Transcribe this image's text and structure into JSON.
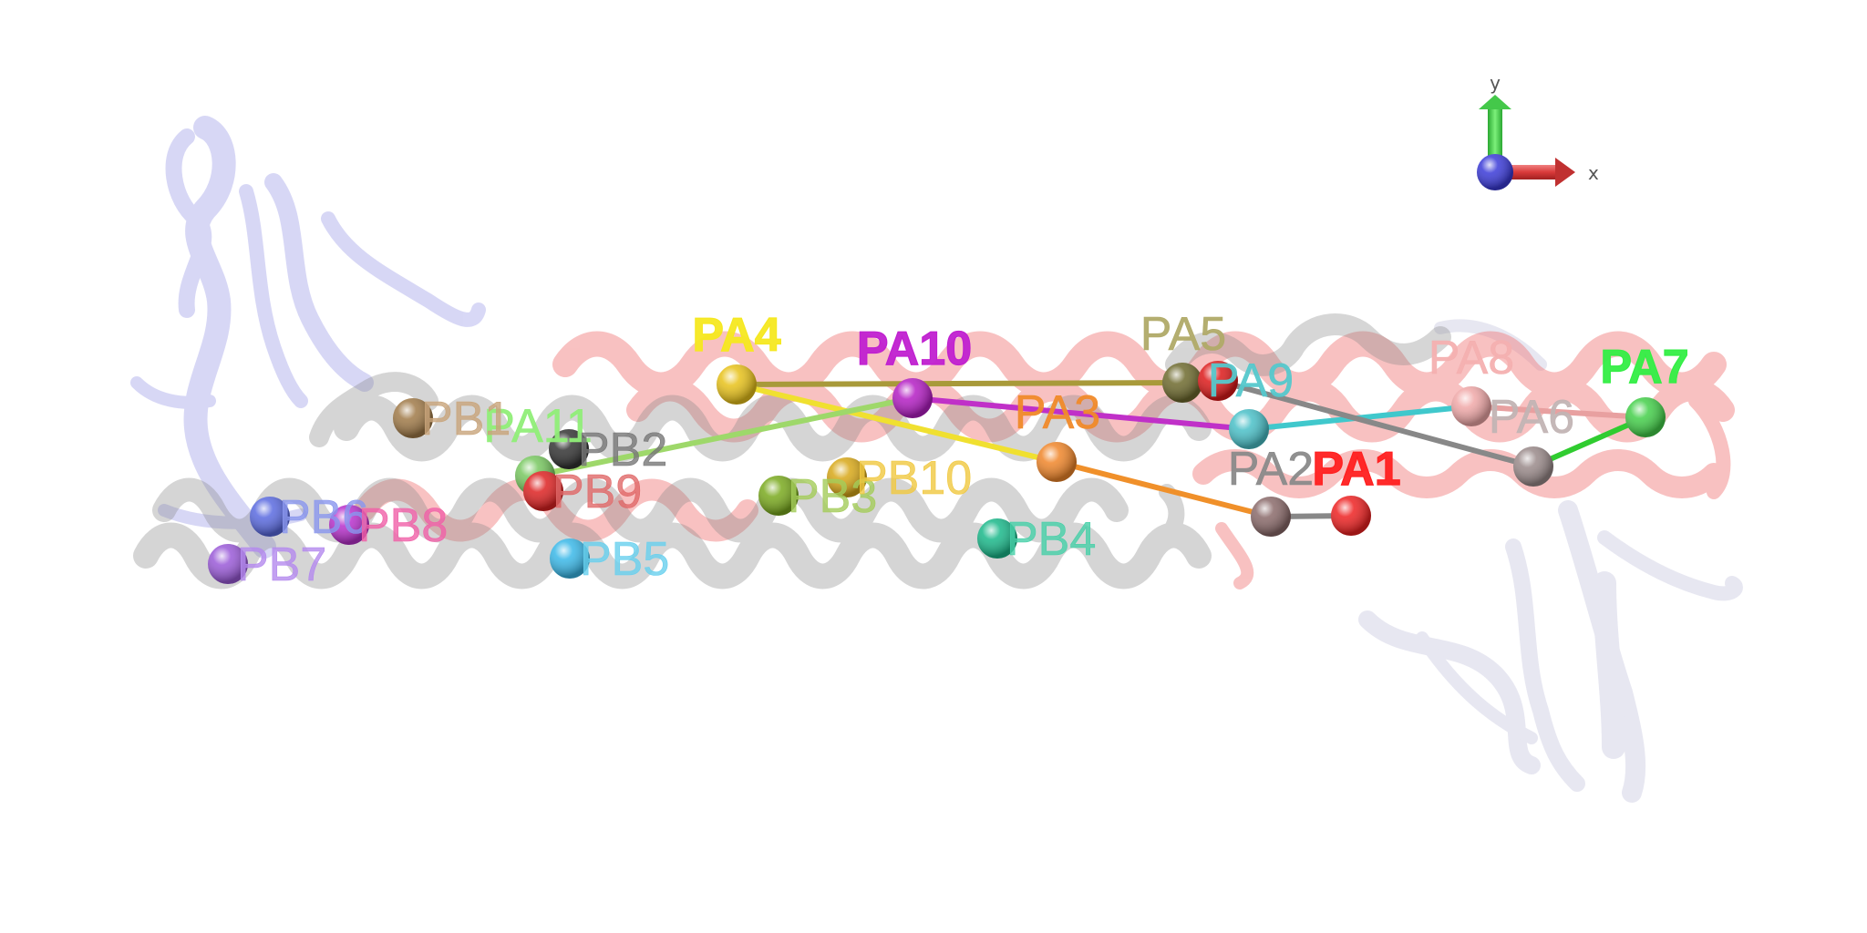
{
  "colors": {
    "background": "#ffffff",
    "protein_red": "#f08080",
    "protein_gray": "#9a9a9a",
    "protein_lavender": "#b8b8ee",
    "protein_lightgray": "#d8d8e6"
  },
  "axes": {
    "x_label": "x",
    "y_label": "y",
    "x_color": "#e0413f",
    "y_color": "#3fd24a",
    "origin_color": "#3a3ad8"
  },
  "beads": [
    {
      "id": "PA1",
      "label": "PA1",
      "color": "#ee2222",
      "label_color": "#ff2020",
      "bold": true
    },
    {
      "id": "PA2",
      "label": "PA2",
      "color": "#8a6a6a",
      "label_color": "#8a8a8a",
      "bold": false
    },
    {
      "id": "PA3",
      "label": "PA3",
      "color": "#f0862a",
      "label_color": "#f08a2a",
      "bold": false
    },
    {
      "id": "PA4",
      "label": "PA4",
      "color": "#e8c21a",
      "label_color": "#f5e820",
      "bold": true
    },
    {
      "id": "PA5",
      "label": "PA5",
      "color": "#6e6a2e",
      "label_color": "#b0aa68",
      "bold": false
    },
    {
      "id": "PA6",
      "label": "PA6",
      "color": "#9a8a8a",
      "label_color": "#c2b4b4",
      "bold": false
    },
    {
      "id": "PA7",
      "label": "PA7",
      "color": "#44d04a",
      "label_color": "#33ee44",
      "bold": true
    },
    {
      "id": "PA8",
      "label": "PA8",
      "color": "#f0a8a8",
      "label_color": "#f4b0b0",
      "bold": false
    },
    {
      "id": "PA9",
      "label": "PA9",
      "color": "#4ac0c8",
      "label_color": "#55c8cc",
      "bold": false
    },
    {
      "id": "PA10",
      "label": "PA10",
      "color": "#b41ec4",
      "label_color": "#c020d0",
      "bold": true
    },
    {
      "id": "PA11",
      "label": "PA11",
      "color": "#78c860",
      "label_color": "#90ee78",
      "bold": false
    },
    {
      "id": "PAX",
      "label": "",
      "color": "#dd1a1a",
      "label_color": "#ff3030",
      "bold": false
    },
    {
      "id": "PB1",
      "label": "PB1",
      "color": "#a07a48",
      "label_color": "#c8a47a",
      "bold": false
    },
    {
      "id": "PB2",
      "label": "PB2",
      "color": "#333333",
      "label_color": "#777777",
      "bold": false
    },
    {
      "id": "PB3",
      "label": "PB3",
      "color": "#7aaa1e",
      "label_color": "#a4cc5a",
      "bold": false
    },
    {
      "id": "PB4",
      "label": "PB4",
      "color": "#1ab88a",
      "label_color": "#46d0a8",
      "bold": false
    },
    {
      "id": "PB5",
      "label": "PB5",
      "color": "#3ab8e8",
      "label_color": "#68d0ee",
      "bold": false
    },
    {
      "id": "PB6",
      "label": "PB6",
      "color": "#5a6ae0",
      "label_color": "#8a96ee",
      "bold": false
    },
    {
      "id": "PB7",
      "label": "PB7",
      "color": "#9a5ad8",
      "label_color": "#b48aee",
      "bold": false
    },
    {
      "id": "PB8",
      "label": "PB8",
      "color": "#b830cc",
      "label_color": "#f060a8",
      "bold": false
    },
    {
      "id": "PB9",
      "label": "PB9",
      "color": "#dd2222",
      "label_color": "#e06868",
      "bold": false
    },
    {
      "id": "PB10",
      "label": "PB10",
      "color": "#d8a818",
      "label_color": "#f0c840",
      "bold": false
    }
  ],
  "bonds": [
    {
      "from": "PA4",
      "to": "PA5",
      "color": "#a89a3a"
    },
    {
      "from": "PA4",
      "to": "PA3",
      "color": "#f0e030"
    },
    {
      "from": "PA3",
      "to": "PA2",
      "color": "#f0902a"
    },
    {
      "from": "PA2",
      "to": "PA1",
      "color": "#888888"
    },
    {
      "from": "PA10",
      "to": "PA9",
      "color": "#c030c8"
    },
    {
      "from": "PA10",
      "to": "PA11",
      "color": "#9ed86a"
    },
    {
      "from": "PA9",
      "to": "PA8",
      "color": "#40c8cc"
    },
    {
      "from": "PA8",
      "to": "PA7",
      "color": "#e8a0a0"
    },
    {
      "from": "PA7",
      "to": "PA6",
      "color": "#30cc30"
    },
    {
      "from": "PA6",
      "to": "PAX",
      "color": "#888888"
    }
  ]
}
